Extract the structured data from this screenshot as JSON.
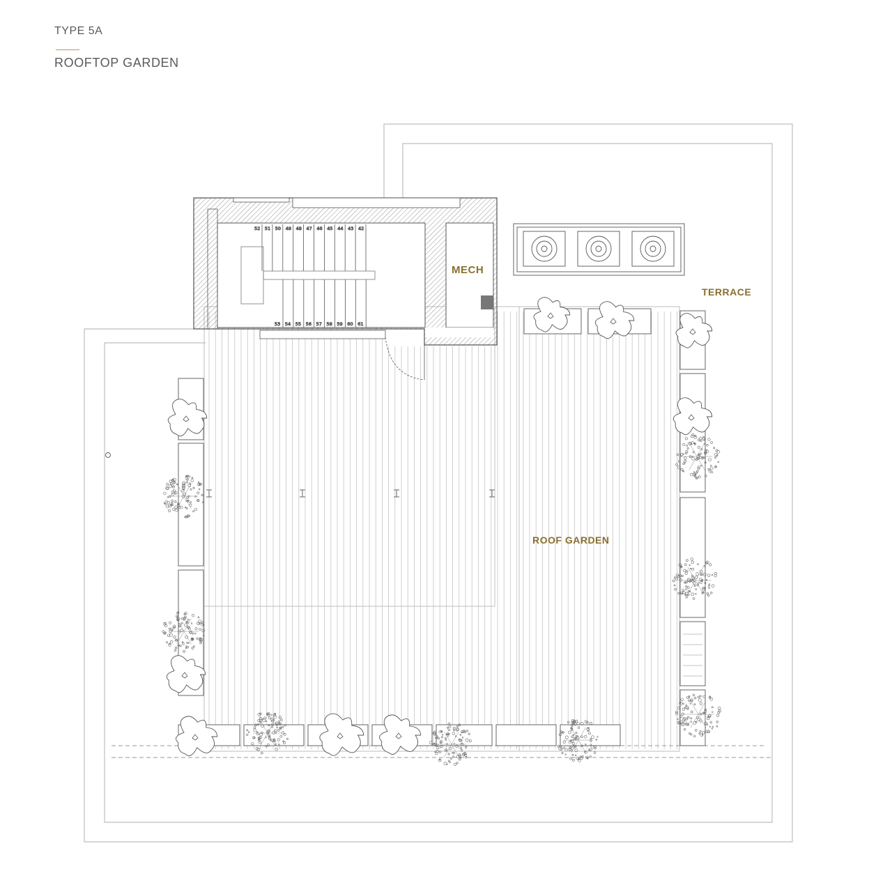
{
  "header": {
    "unit_type": "TYPE 5A",
    "level": "ROOFTOP GARDEN"
  },
  "rooms": {
    "mech": "MECH",
    "terrace": "TERRACE",
    "roof_garden": "ROOF GARDEN"
  },
  "stair": {
    "upper_steps": [
      "52",
      "51",
      "50",
      "49",
      "48",
      "47",
      "46",
      "45",
      "44",
      "43",
      "42"
    ],
    "lower_steps": [
      "53",
      "54",
      "55",
      "56",
      "57",
      "58",
      "59",
      "60",
      "61"
    ]
  },
  "colors": {
    "label_gold": "#8a6f2e",
    "line_grey": "#bdbdbd",
    "wall_dark": "#555555",
    "rule_gold": "#b49a5c"
  }
}
